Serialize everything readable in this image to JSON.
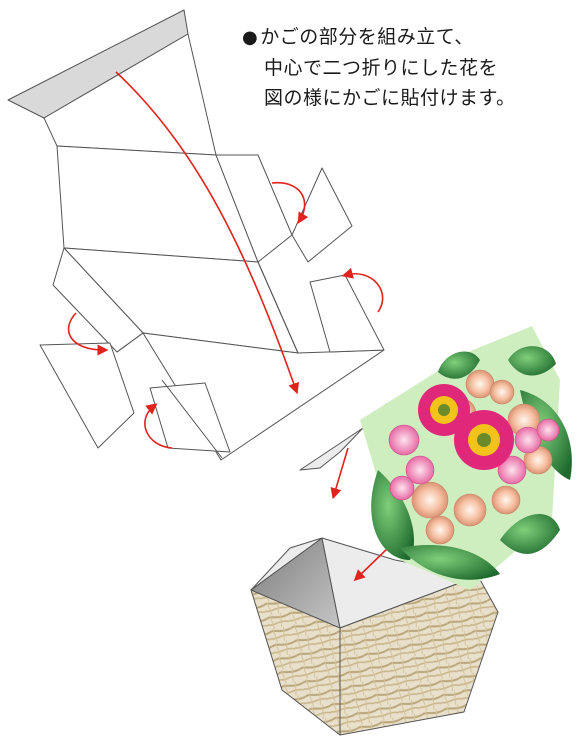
{
  "instruction": {
    "bullet": "●",
    "lines": [
      "かごの部分を組み立て、",
      "中心で二つ折りにした花を",
      "図の様にかごに貼付けます。"
    ]
  },
  "colors": {
    "line": "#555555",
    "arrow": "#e0231c",
    "fold_strip": "#d9d9d9",
    "basket_wall": "#ececec",
    "basket_inside": "#9a9a9a",
    "wicker_light": "#e9e0cc",
    "wicker_dark": "#b9a679",
    "leaf": "#2e8a3e",
    "petal_pink": "#ee7fb4",
    "gerbera": "#e0287a",
    "gerbera_center": "#f3c21b",
    "rose_peach": "#f6c1a4",
    "backdrop": "#cfeec0"
  }
}
